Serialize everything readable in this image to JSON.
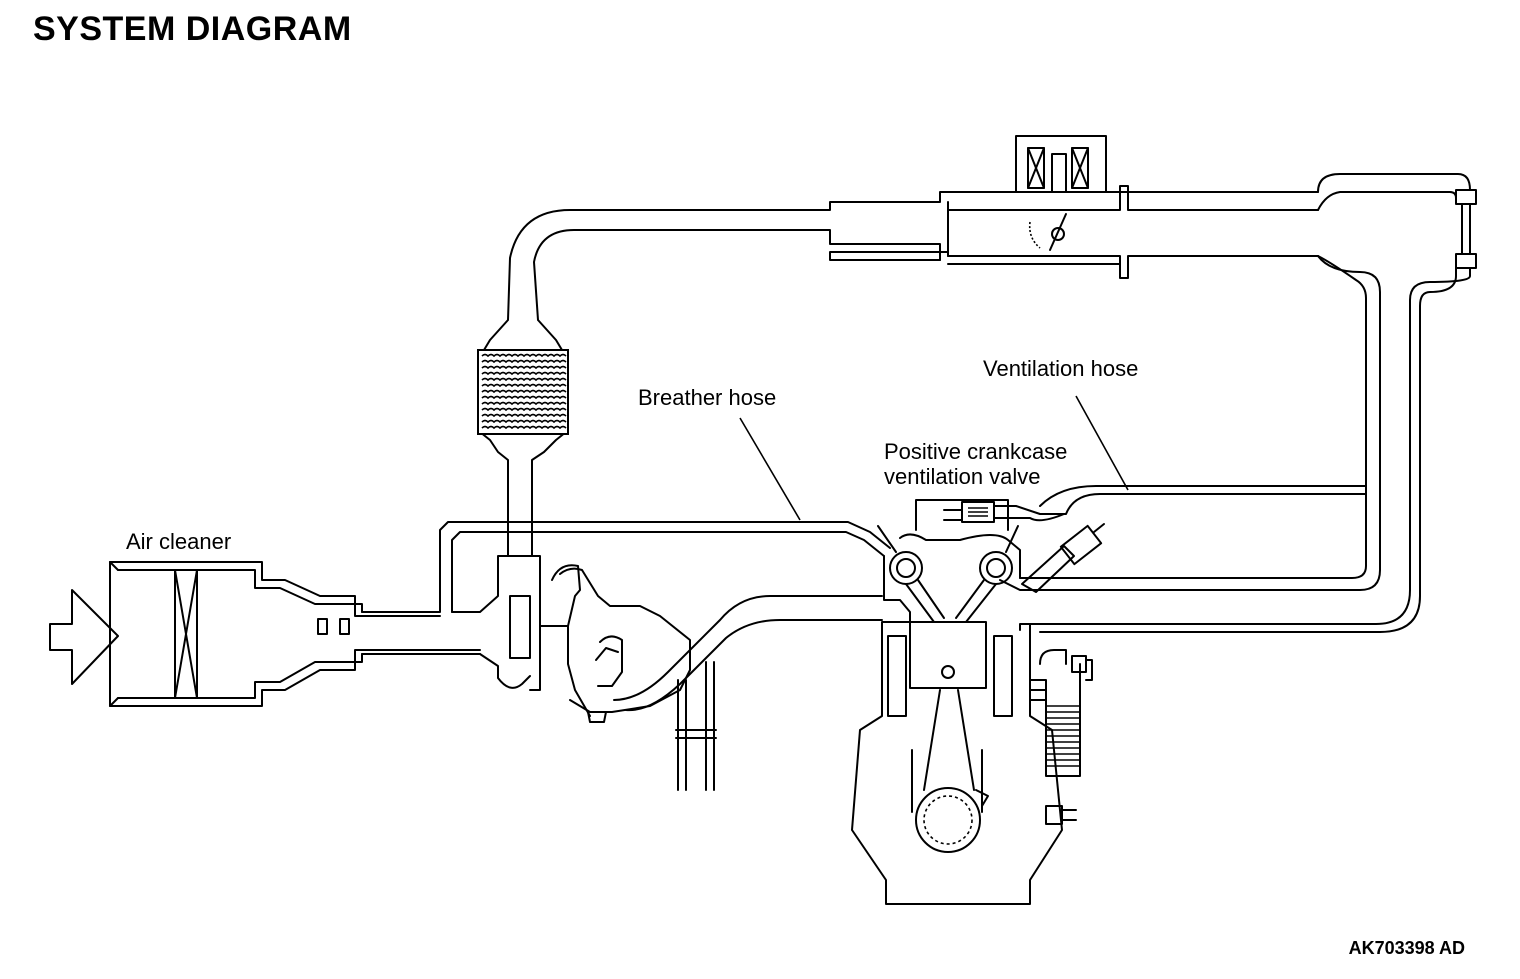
{
  "header": {
    "title": "SYSTEM DIAGRAM"
  },
  "labels": {
    "air_cleaner": "Air cleaner",
    "breather_hose": "Breather hose",
    "ventilation_hose": "Ventilation hose",
    "pcv_valve_line1": "Positive crankcase",
    "pcv_valve_line2": "ventilation valve"
  },
  "footer": {
    "figure_code": "AK703398 AD"
  }
}
